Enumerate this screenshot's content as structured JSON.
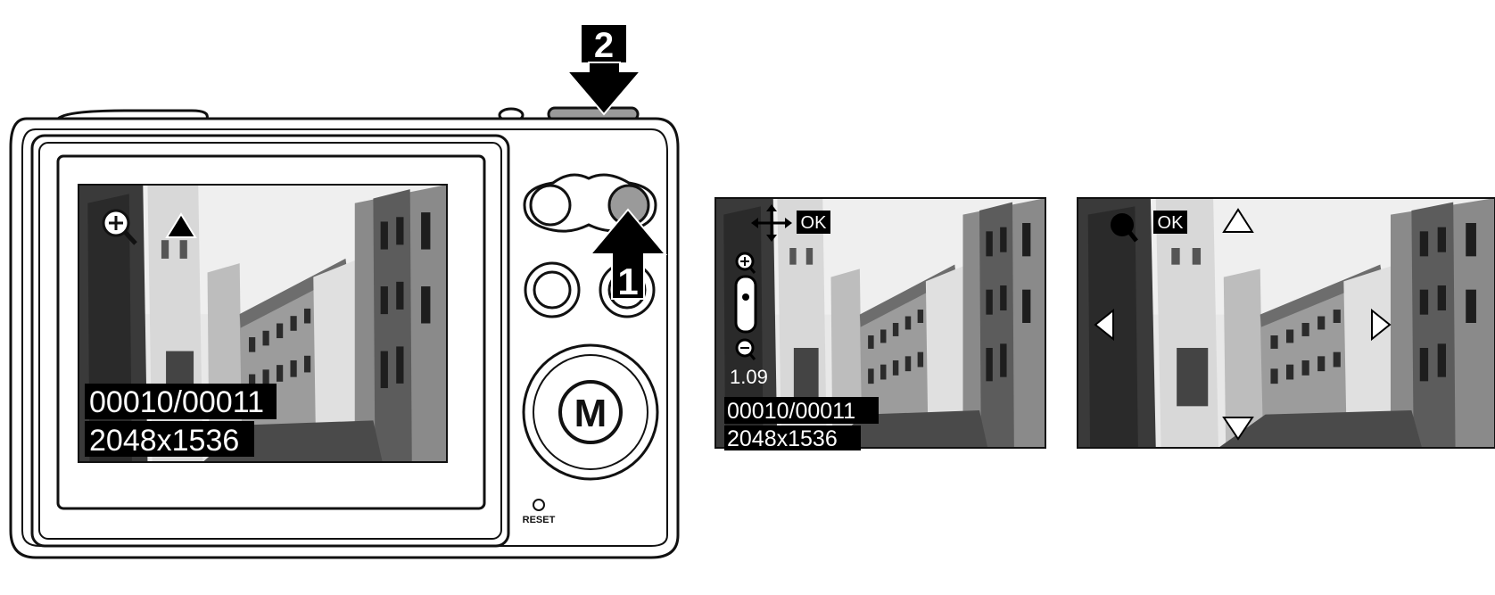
{
  "steps": {
    "step1": "1",
    "step2": "2"
  },
  "camera": {
    "mode_button_label": "M",
    "reset_label": "RESET"
  },
  "screen_main": {
    "file_counter": "00010/00011",
    "resolution": "2048x1536"
  },
  "screen_zoom": {
    "ok_label": "OK",
    "zoom_value": "1.09",
    "file_counter": "00010/00011",
    "resolution": "2048x1536"
  },
  "screen_pan": {
    "ok_label": "OK"
  },
  "colors": {
    "outline": "#111111",
    "arrow": "#000000",
    "highlight_button": "#9a9a9a",
    "label_bg": "#000000",
    "label_text": "#ffffff"
  }
}
